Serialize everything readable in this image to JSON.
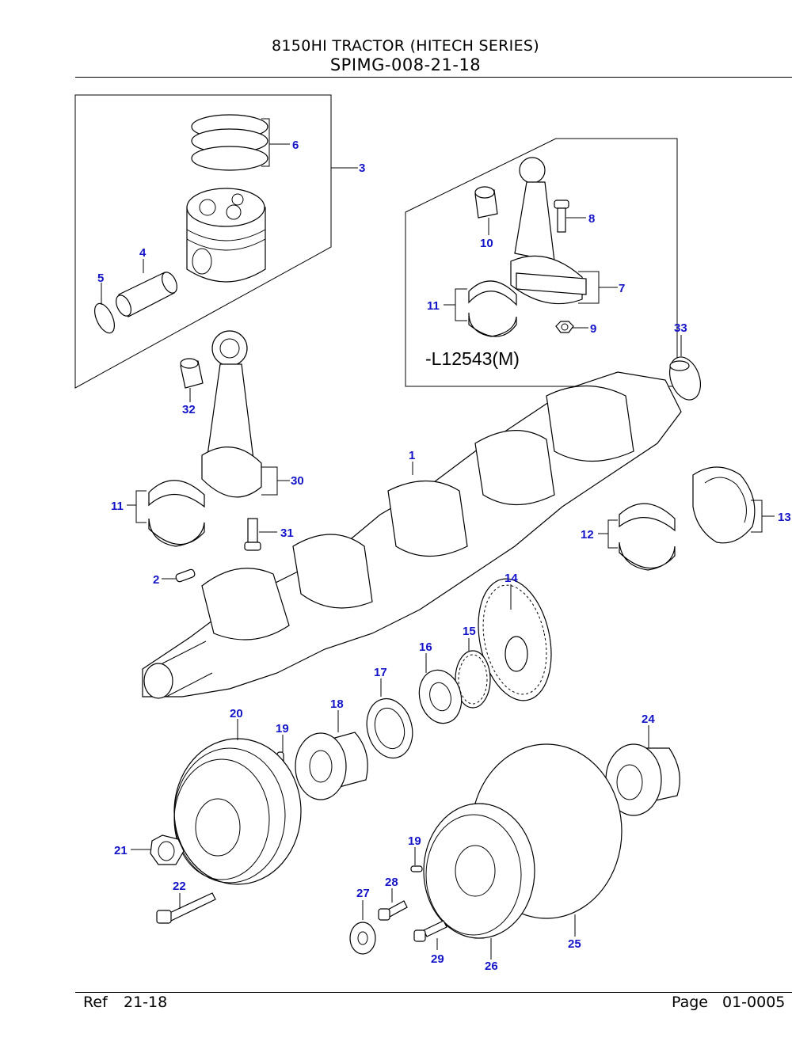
{
  "header": {
    "title": "8150HI TRACTOR (HITECH SERIES)",
    "subtitle": "SPIMG-008-21-18"
  },
  "diagram": {
    "note": "-L12543(M)",
    "callouts": {
      "c1": "1",
      "c2": "2",
      "c3": "3",
      "c4": "4",
      "c5": "5",
      "c6": "6",
      "c7": "7",
      "c8": "8",
      "c9": "9",
      "c10": "10",
      "c11a": "11",
      "c11b": "11",
      "c12": "12",
      "c13": "13",
      "c14": "14",
      "c15": "15",
      "c16": "16",
      "c17": "17",
      "c18": "18",
      "c19a": "19",
      "c19b": "19",
      "c20": "20",
      "c21": "21",
      "c22": "22",
      "c24": "24",
      "c25": "25",
      "c26": "26",
      "c27": "27",
      "c28": "28",
      "c29": "29",
      "c30": "30",
      "c31": "31",
      "c32": "32",
      "c33": "33"
    },
    "label_color": "#1414c8"
  },
  "footer": {
    "ref_label": "Ref",
    "ref_value": "21-18",
    "page_label": "Page",
    "page_value": "01-0005"
  }
}
